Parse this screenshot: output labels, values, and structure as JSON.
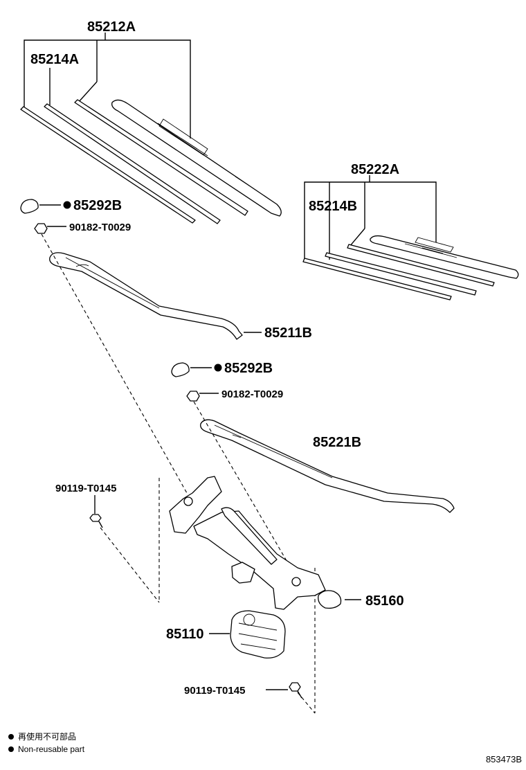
{
  "parts": {
    "blade_assy_driver": "85212A",
    "rubber_driver": "85214A",
    "blade_assy_passenger": "85222A",
    "rubber_passenger": "85214B",
    "cap_top": "85292B",
    "nut_top": "90182-T0029",
    "arm_driver": "85211B",
    "cap_mid": "85292B",
    "nut_mid": "90182-T0029",
    "arm_passenger": "85221B",
    "bolt_left": "90119-T0145",
    "link_assy": "85160",
    "motor": "85110",
    "bolt_bottom": "90119-T0145"
  },
  "legend": {
    "line1": "再使用不可部品",
    "line2": "Non-reusable part"
  },
  "figure_id": "853473B"
}
